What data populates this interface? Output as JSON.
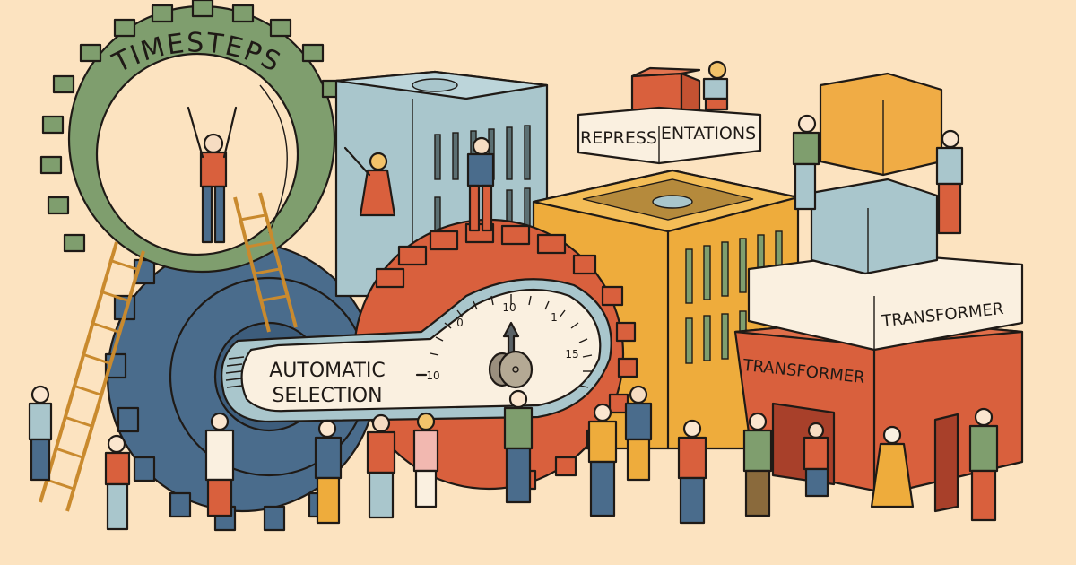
{
  "illustration": {
    "style": "hand-drawn editorial cartoon",
    "background_color": "#fce3c0",
    "palette": {
      "green_gear": "#7f9e6e",
      "blue_gear": "#4a6c8c",
      "red_gear": "#d9603d",
      "light_blue_block": "#a9c6cc",
      "yellow_block": "#eeac3c",
      "cream_label": "#faf0e0",
      "outline": "#1f1a16",
      "red_cube": "#d9603d",
      "orange_cube": "#f0ac45",
      "blue_cube": "#a9c6cc"
    }
  },
  "labels": {
    "timesteps": "TIMESTEPS",
    "representations_left": "REPRESS",
    "representations_right": "ENTATIONS",
    "automatic_line1": "AUTOMATIC",
    "automatic_line2": "SELECTION",
    "transformer_top": "TRANSFORMER",
    "transformer_bottom": "TRANSFORMER"
  },
  "dial": {
    "tick_labels": [
      {
        "text": "10",
        "position": "top"
      },
      {
        "text": "0",
        "position": "upper-left"
      },
      {
        "text": "1",
        "position": "upper-right"
      },
      {
        "text": "15",
        "position": "right"
      },
      {
        "text": "10",
        "position": "left"
      }
    ],
    "needle_direction": "up"
  },
  "elements": {
    "gears": [
      "green timesteps gear",
      "blue gear",
      "red gear with dial"
    ],
    "blocks": [
      "light blue building",
      "yellow building",
      "red transformer building",
      "cream transformer slab"
    ],
    "cubes": [
      "red cube",
      "orange cube",
      "blue cube"
    ],
    "ladders": 2
  }
}
